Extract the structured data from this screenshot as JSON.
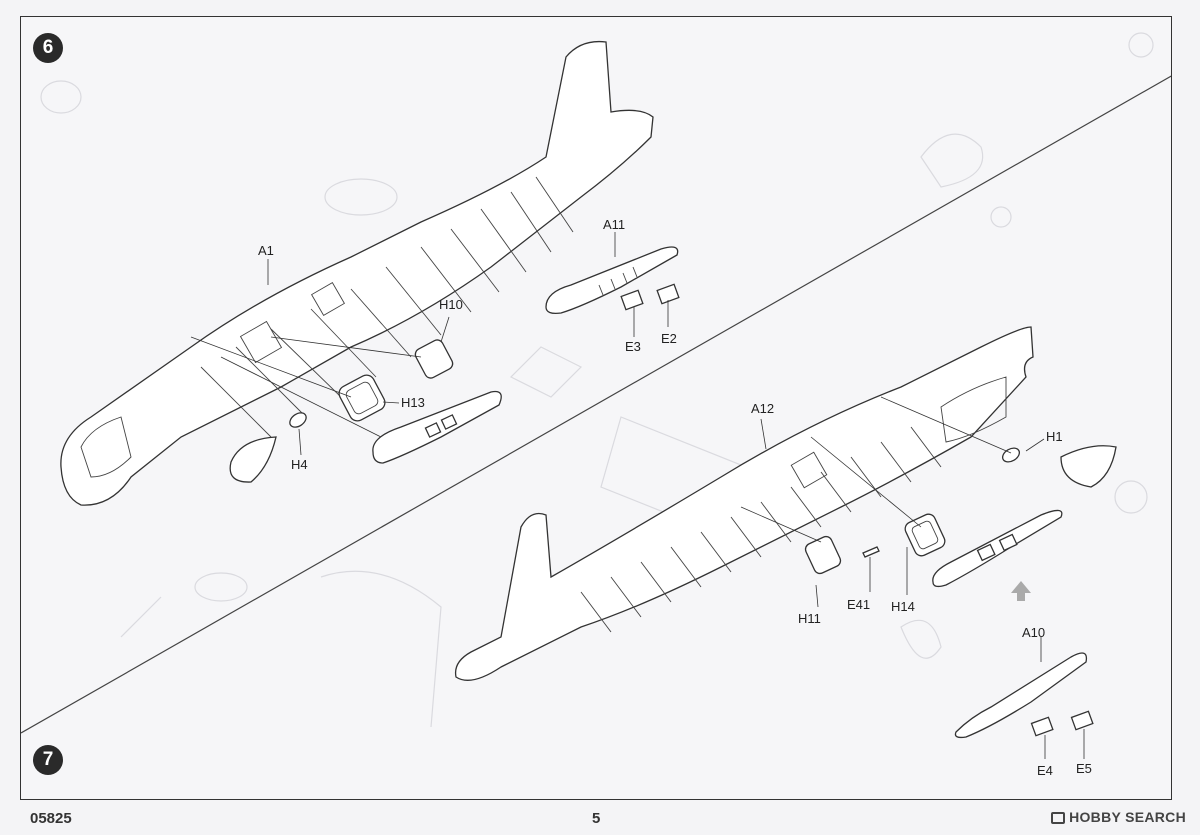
{
  "sheet": {
    "steps": [
      "6",
      "7"
    ],
    "part_labels": {
      "a1": "A1",
      "h10": "H10",
      "h13": "H13",
      "h4": "H4",
      "a11": "A11",
      "e3": "E3",
      "e2": "E2",
      "a12": "A12",
      "h1": "H1",
      "h11": "H11",
      "e41": "E41",
      "h14": "H14",
      "a10": "A10",
      "e4": "E4",
      "e5": "E5"
    }
  },
  "footer": {
    "code": "05825",
    "page_number": "5",
    "brand": "HOBBY SEARCH"
  }
}
